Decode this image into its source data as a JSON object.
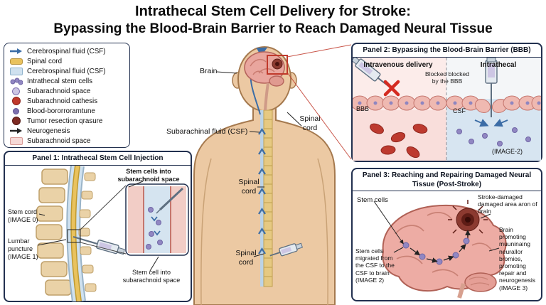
{
  "title": {
    "line1": "Intrathecal Stem Cell Delivery for Stroke:",
    "line2": "Bypassing the Blood-Brain Barrier to Reach Damaged Neural Tissue"
  },
  "legend": {
    "items": [
      {
        "label": "Cerebrospinal fluid (CSF)",
        "icon": "csf-flow-arrow"
      },
      {
        "label": "Spinal cord",
        "icon": "spinal-cord-swatch"
      },
      {
        "label": "Cerebrospinal fluid (CSF)",
        "icon": "csf-fluid-swatch"
      },
      {
        "label": "Intrathecal stem cells",
        "icon": "stem-cell-dots"
      },
      {
        "label": "Subarachnoid space",
        "icon": "purple-circle"
      },
      {
        "label": "Subarachnoid cathesis",
        "icon": "red-circle"
      },
      {
        "label": "Blood-bororroramtune",
        "icon": "purple-dot"
      },
      {
        "label": "Tumor resection qrasure",
        "icon": "dark-red-circle"
      },
      {
        "label": "Neurogenesis",
        "icon": "black-arrow"
      },
      {
        "label": "Subarachnoid space",
        "icon": "pink-swatch"
      }
    ]
  },
  "figure": {
    "brain_label": "Brain",
    "subarachinal_label": "Subarachinal fluid (CSF)",
    "spinal_cord_upper": "Spinal cord",
    "spinal_cord_middle": "Spinal cord",
    "spinal_cord_lower": "Spinal cord"
  },
  "panel1": {
    "title": "Panel 1: Intrathecal Stem Cell Injection",
    "labels": {
      "stem_cells_into": "Stem cells into subarachnoid space",
      "stem_cord": "Stem cord (IMAGE 0)",
      "lumbar_puncture": "Lumbar puncture (IMAGE 1)",
      "stem_cell_into": "Stem cell into subarachnoid space"
    }
  },
  "panel2": {
    "title": "Panel 2: Bypassing the Blood-Brain Barrier (BBB)",
    "left_heading": "Intravenous delivery",
    "right_heading": "Intrathecal",
    "blocked_label": "Blocked blocked by the BBB",
    "bbb_label": "BBB",
    "csf_label": "CSF",
    "image_tag": "(IMAGE-2)"
  },
  "panel3": {
    "title": "Panel 3: Reaching and Repairing Damaged Neural Tissue (Post-Stroke)",
    "labels": {
      "stem_cells": "Stem cells",
      "stroke_damage": "Stroke-damaged damaged area aron of brain",
      "repair": "Brain promoting muuninaing neurallor bromios, promoting repair and neurogenesis (IMAGE 3)",
      "migration": "Stem cells migrated from the CSF to the CSF to brain (IMAGE 2)"
    }
  },
  "palette": {
    "panel_border": "#22304f",
    "skin": "#ecc9a3",
    "brain_pink": "#e9a69e",
    "stroke_dark_red": "#7e2a22",
    "csf_blue": "#cfe1ef",
    "arrow_blue": "#3c6da6",
    "cord_yellow": "#e9c25e",
    "vertebra_tan": "#ead2a7",
    "cell_pink": "#efb9b1",
    "blood_red": "#bd3a2f",
    "stem_cell_purple": "#9187c2",
    "legend_pink": "#f6d9d7"
  }
}
